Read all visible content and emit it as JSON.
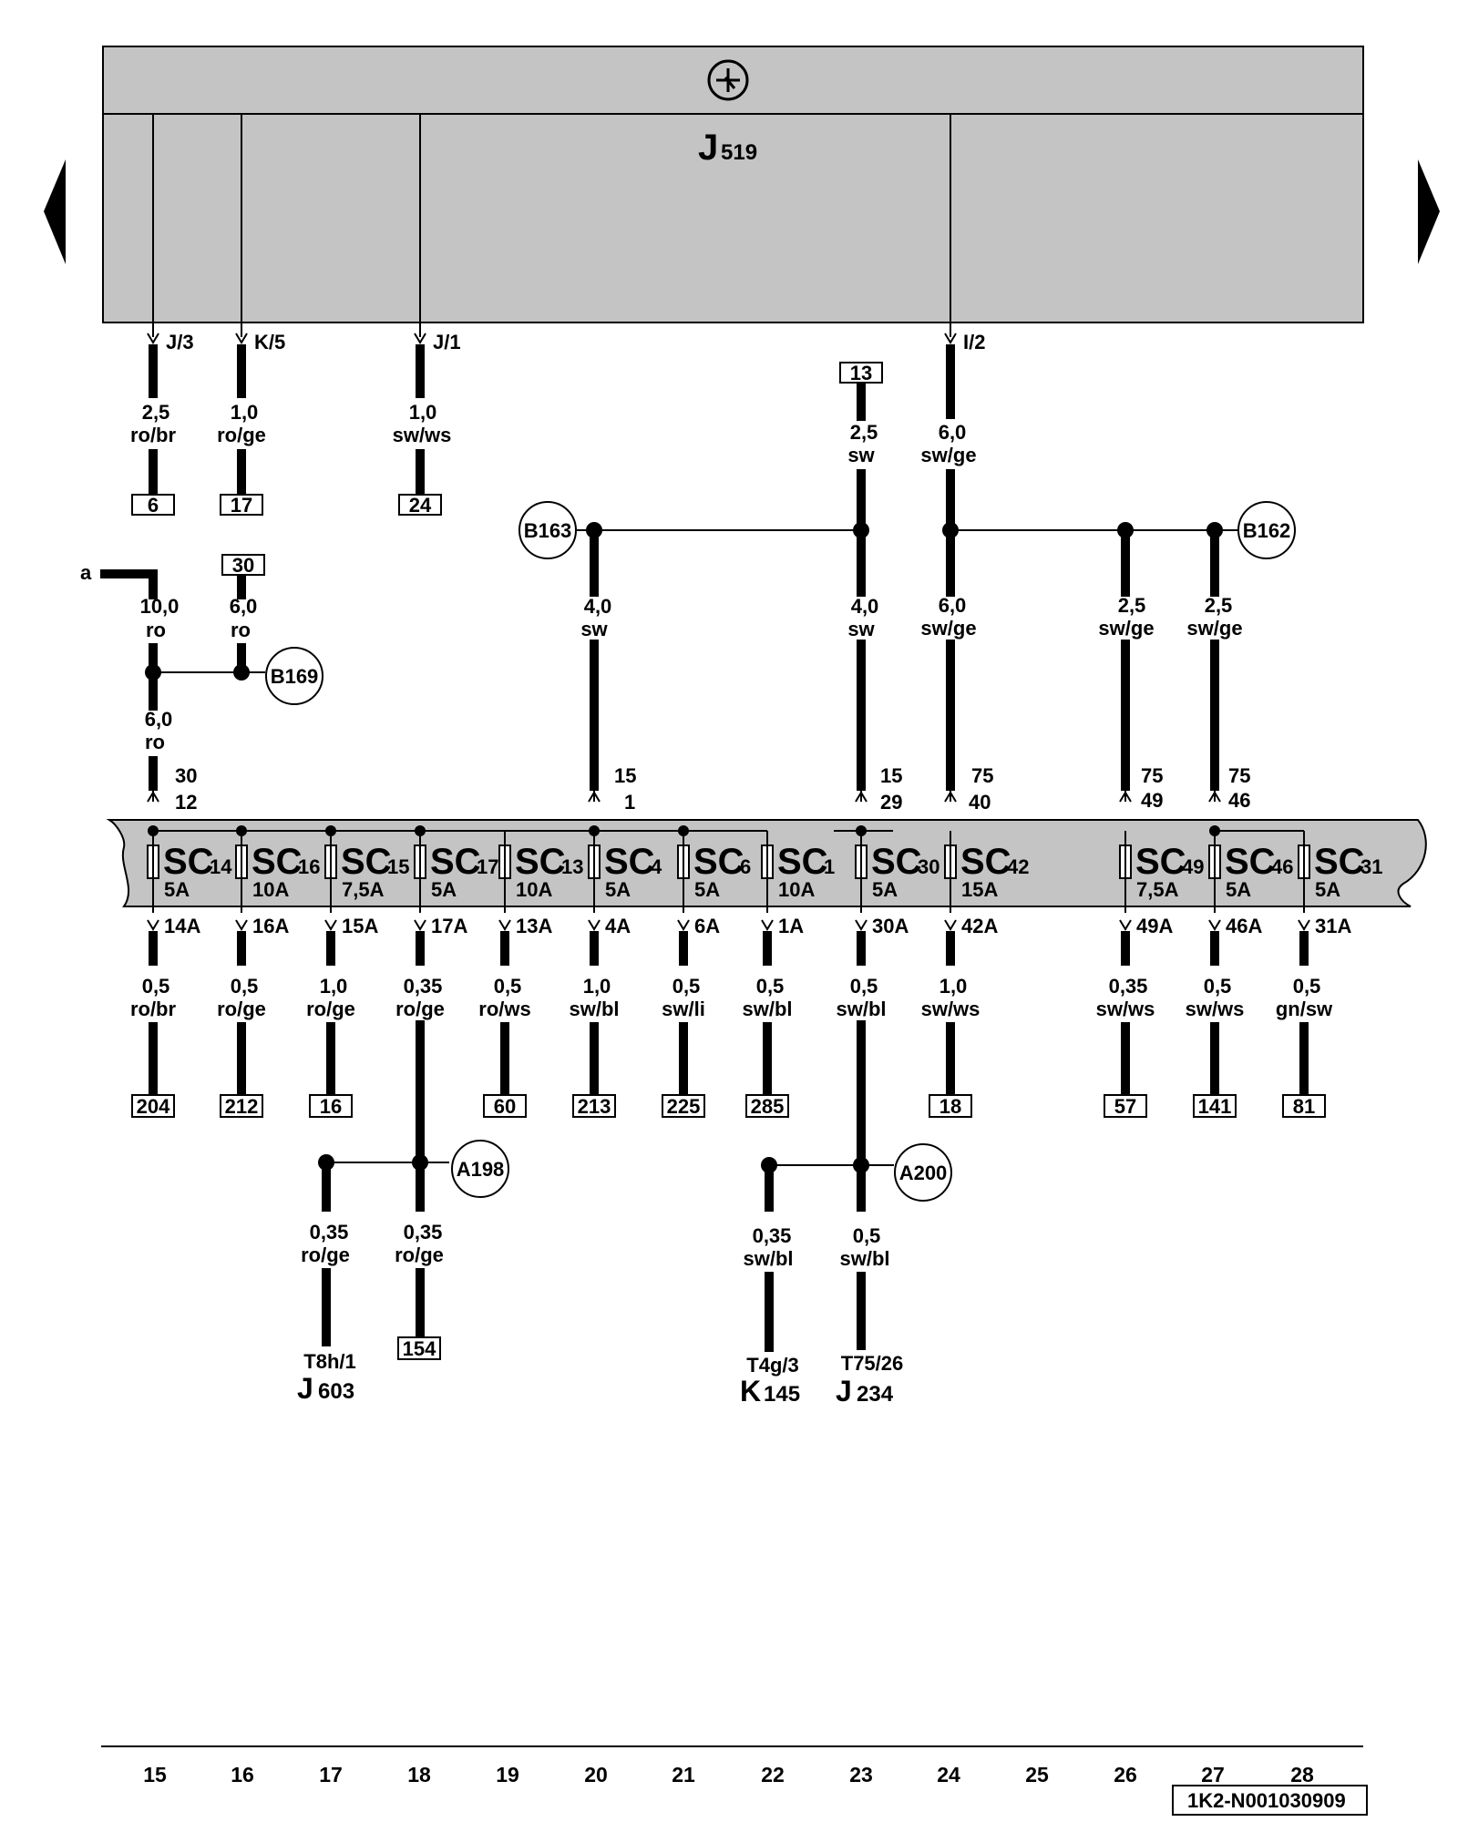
{
  "module": {
    "symbol": "J",
    "number": "519",
    "icon": "ground-symbol-icon"
  },
  "nav": {
    "prev_icon": "triangle-left-icon",
    "next_icon": "triangle-right-icon"
  },
  "top_wires": [
    {
      "pin": "J/3",
      "gauge": "2,5",
      "color": "ro/br",
      "ref": "6"
    },
    {
      "pin": "K/5",
      "gauge": "1,0",
      "color": "ro/ge",
      "ref": "17"
    },
    {
      "pin": "J/1",
      "gauge": "1,0",
      "color": "sw/ws",
      "ref": "24"
    },
    {
      "pin": "I/2",
      "gauge": "6,0",
      "color": "sw/ge"
    }
  ],
  "top_ref_13": {
    "ref": "13",
    "gauge": "2,5",
    "color": "sw"
  },
  "splices": [
    "B163",
    "B162",
    "B169",
    "A198",
    "A200"
  ],
  "input_a": {
    "label": "a",
    "gauge": "10,0",
    "color": "ro"
  },
  "input_30": {
    "ref": "30",
    "gauge": "6,0",
    "color": "ro"
  },
  "wire_6ro": {
    "gauge": "6,0",
    "color": "ro"
  },
  "feeds": [
    {
      "gauge": "4,0",
      "color": "sw",
      "term": "15",
      "pin": "1"
    },
    {
      "gauge": "4,0",
      "color": "sw",
      "term": "15",
      "pin": "29"
    },
    {
      "gauge": "6,0",
      "color": "sw/ge",
      "term": "75",
      "pin": "40"
    },
    {
      "gauge": "2,5",
      "color": "sw/ge",
      "term": "75",
      "pin": "49"
    },
    {
      "gauge": "2,5",
      "color": "sw/ge",
      "term": "75",
      "pin": "46"
    }
  ],
  "feed_30": {
    "term": "30",
    "pin": "12"
  },
  "fuses": [
    {
      "name": "SC",
      "num": "14",
      "rating": "5A",
      "out_pin": "14A",
      "gauge": "0,5",
      "color": "ro/br",
      "ref": "204"
    },
    {
      "name": "SC",
      "num": "16",
      "rating": "10A",
      "out_pin": "16A",
      "gauge": "0,5",
      "color": "ro/ge",
      "ref": "212"
    },
    {
      "name": "SC",
      "num": "15",
      "rating": "7,5A",
      "out_pin": "15A",
      "gauge": "1,0",
      "color": "ro/ge",
      "ref": "16"
    },
    {
      "name": "SC",
      "num": "17",
      "rating": "5A",
      "out_pin": "17A",
      "gauge": "0,35",
      "color": "ro/ge",
      "ref": ""
    },
    {
      "name": "SC",
      "num": "13",
      "rating": "10A",
      "out_pin": "13A",
      "gauge": "0,5",
      "color": "ro/ws",
      "ref": "60"
    },
    {
      "name": "SC",
      "num": "4",
      "rating": "5A",
      "out_pin": "4A",
      "gauge": "1,0",
      "color": "sw/bl",
      "ref": "213"
    },
    {
      "name": "SC",
      "num": "6",
      "rating": "5A",
      "out_pin": "6A",
      "gauge": "0,5",
      "color": "sw/li",
      "ref": "225"
    },
    {
      "name": "SC",
      "num": "1",
      "rating": "10A",
      "out_pin": "1A",
      "gauge": "0,5",
      "color": "sw/bl",
      "ref": "285"
    },
    {
      "name": "SC",
      "num": "30",
      "rating": "5A",
      "out_pin": "30A",
      "gauge": "0,5",
      "color": "sw/bl",
      "ref": ""
    },
    {
      "name": "SC",
      "num": "42",
      "rating": "15A",
      "out_pin": "42A",
      "gauge": "1,0",
      "color": "sw/ws",
      "ref": "18"
    },
    {
      "name": "SC",
      "num": "49",
      "rating": "7,5A",
      "out_pin": "49A",
      "gauge": "0,35",
      "color": "sw/ws",
      "ref": "57"
    },
    {
      "name": "SC",
      "num": "46",
      "rating": "5A",
      "out_pin": "46A",
      "gauge": "0,5",
      "color": "sw/ws",
      "ref": "141"
    },
    {
      "name": "SC",
      "num": "31",
      "rating": "5A",
      "out_pin": "31A",
      "gauge": "0,5",
      "color": "gn/sw",
      "ref": "81"
    }
  ],
  "bottom_wires": [
    {
      "gauge": "0,35",
      "color": "ro/ge",
      "connector": "T8h/1",
      "comp_letter": "J",
      "comp_num": "603"
    },
    {
      "gauge": "0,35",
      "color": "ro/ge",
      "ref": "154"
    },
    {
      "gauge": "0,35",
      "color": "sw/bl",
      "connector": "T4g/3",
      "comp_letter": "K",
      "comp_num": "145"
    },
    {
      "gauge": "0,5",
      "color": "sw/bl",
      "connector": "T75/26",
      "comp_letter": "J",
      "comp_num": "234"
    }
  ],
  "scale": [
    "15",
    "16",
    "17",
    "18",
    "19",
    "20",
    "21",
    "22",
    "23",
    "24",
    "25",
    "26",
    "27",
    "28"
  ],
  "doc_id": "1K2-N001030909",
  "colors": {
    "module_fill": "#c4c4c4",
    "fuse_box_fill": "#c4c4c4",
    "wire": "#000000",
    "background": "#ffffff"
  }
}
